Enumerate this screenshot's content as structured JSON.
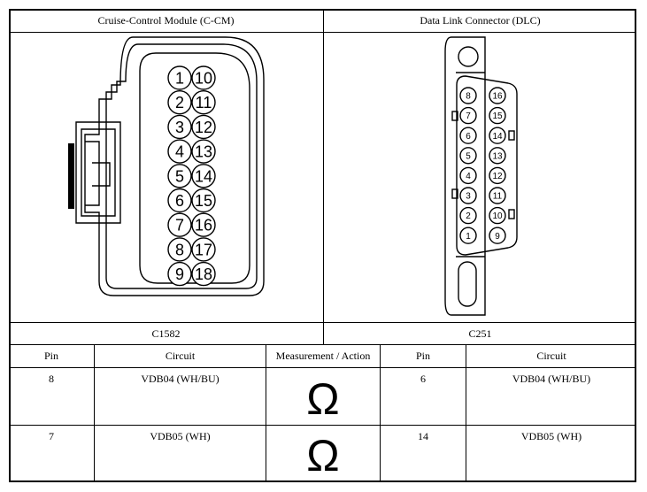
{
  "connectors": {
    "left": {
      "title": "Cruise-Control Module (C-CM)",
      "id": "C1582",
      "pins_col1": [
        "1",
        "2",
        "3",
        "4",
        "5",
        "6",
        "7",
        "8",
        "9"
      ],
      "pins_col2": [
        "10",
        "11",
        "12",
        "13",
        "14",
        "15",
        "16",
        "17",
        "18"
      ]
    },
    "right": {
      "title": "Data Link Connector (DLC)",
      "id": "C251",
      "pins_col1": [
        "8",
        "7",
        "6",
        "5",
        "4",
        "3",
        "2",
        "1"
      ],
      "pins_col2": [
        "16",
        "15",
        "14",
        "13",
        "12",
        "11",
        "10",
        "9"
      ]
    }
  },
  "table": {
    "headers": {
      "pin_left": "Pin",
      "circuit_left": "Circuit",
      "measurement": "Measurement / Action",
      "pin_right": "Pin",
      "circuit_right": "Circuit"
    },
    "rows": [
      {
        "pin_left": "8",
        "circuit_left": "VDB04 (WH/BU)",
        "action": "Ω",
        "pin_right": "6",
        "circuit_right": "VDB04 (WH/BU)"
      },
      {
        "pin_left": "7",
        "circuit_left": "VDB05 (WH)",
        "action": "Ω",
        "pin_right": "14",
        "circuit_right": "VDB05 (WH)"
      }
    ]
  }
}
